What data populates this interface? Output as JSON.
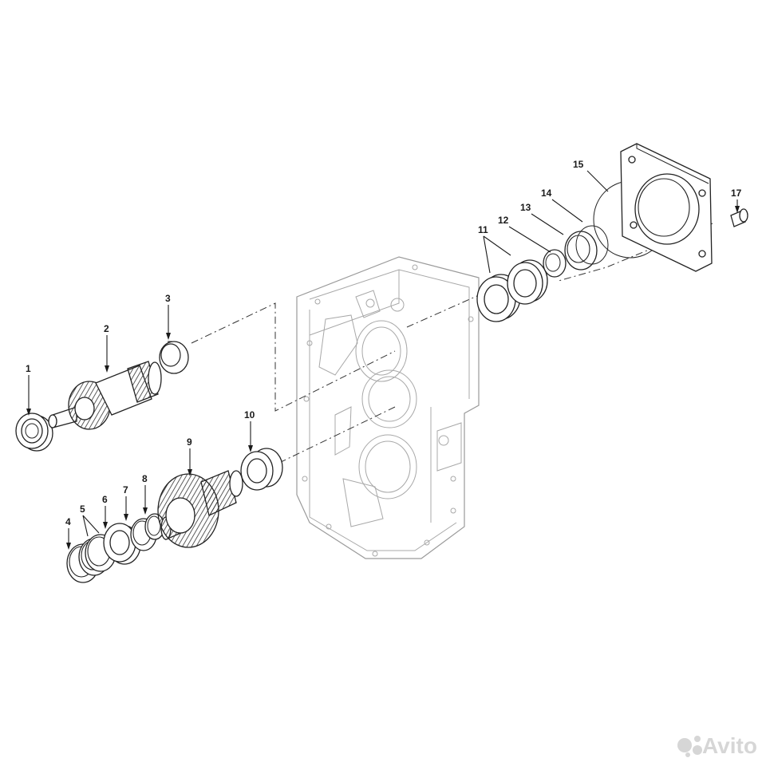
{
  "diagram": {
    "callouts": [
      {
        "id": "c1",
        "label": "1"
      },
      {
        "id": "c2",
        "label": "2"
      },
      {
        "id": "c3",
        "label": "3"
      },
      {
        "id": "c4",
        "label": "4"
      },
      {
        "id": "c5",
        "label": "5"
      },
      {
        "id": "c6",
        "label": "6"
      },
      {
        "id": "c7",
        "label": "7"
      },
      {
        "id": "c8",
        "label": "8"
      },
      {
        "id": "c9",
        "label": "9"
      },
      {
        "id": "c10",
        "label": "10"
      },
      {
        "id": "c11",
        "label": "11"
      },
      {
        "id": "c12",
        "label": "12"
      },
      {
        "id": "c13",
        "label": "13"
      },
      {
        "id": "c14",
        "label": "14"
      },
      {
        "id": "c15",
        "label": "15"
      },
      {
        "id": "c17",
        "label": "17"
      }
    ]
  },
  "watermark": {
    "text": "Avito"
  }
}
